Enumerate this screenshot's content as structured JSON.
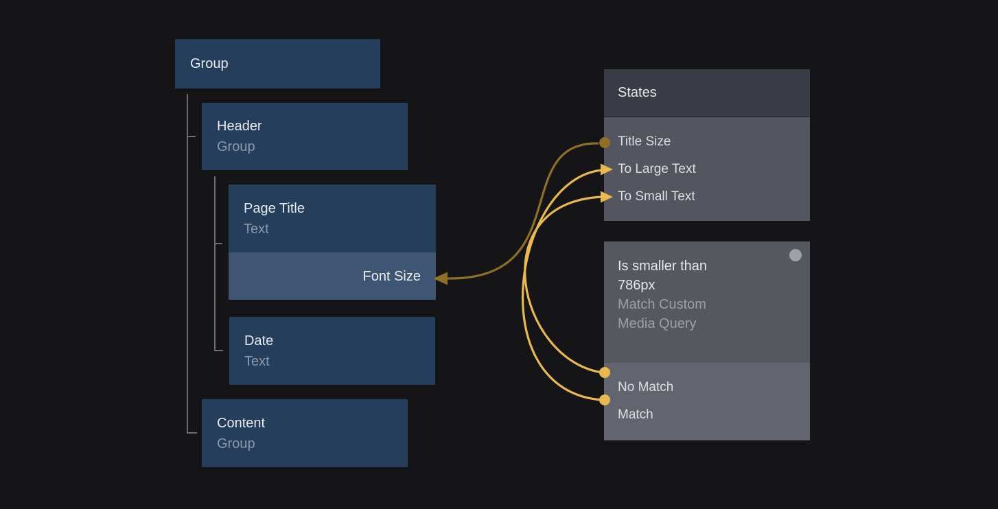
{
  "colors": {
    "canvas_background": "#151517",
    "node_blue": "#243e5c",
    "node_blue_highlight": "#3e5574",
    "states_header_gray": "#393c44",
    "panel_body_gray": "#53565e",
    "condition_header_gray": "#55585f",
    "condition_body_gray": "#63656e",
    "connector_gold": "#e9b94f",
    "connector_dark_gold": "#8f6e28",
    "tree_line_gray": "#6e6e6e",
    "status_dot_gray": "#9ea1a6"
  },
  "layer_tree": {
    "nodes": [
      {
        "title": "Group"
      },
      {
        "title": "Header",
        "subtitle": "Group"
      },
      {
        "title": "Page Title",
        "subtitle": "Text",
        "property_label": "Font Size"
      },
      {
        "title": "Date",
        "subtitle": "Text"
      },
      {
        "title": "Content",
        "subtitle": "Group"
      }
    ]
  },
  "states_panel": {
    "title": "States",
    "items": [
      {
        "label": "Title Size"
      },
      {
        "label": "To Large Text"
      },
      {
        "label": "To Small Text"
      }
    ]
  },
  "condition_panel": {
    "title_lines": [
      "Is smaller than",
      "786px"
    ],
    "subtitle_lines": [
      "Match Custom",
      "Media Query"
    ],
    "items": [
      {
        "label": "No Match"
      },
      {
        "label": "Match"
      }
    ]
  }
}
